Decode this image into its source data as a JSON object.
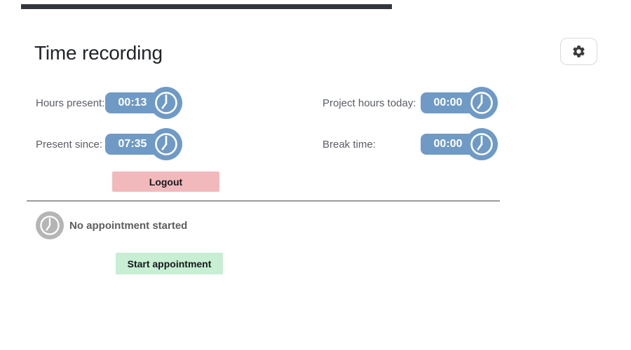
{
  "header": {
    "title": "Time recording"
  },
  "toolbar": {
    "settings_icon": "gear-icon"
  },
  "timers": {
    "left": [
      {
        "label": "Hours present:",
        "value": "00:13",
        "icon": "clock-icon"
      },
      {
        "label": "Present since:",
        "value": "07:35",
        "icon": "clock-icon"
      }
    ],
    "right": [
      {
        "label": "Project hours today:",
        "value": "00:00",
        "icon": "clock-icon"
      },
      {
        "label": "Break time:",
        "value": "00:00",
        "icon": "clock-icon"
      }
    ]
  },
  "actions": {
    "logout": "Logout",
    "start_appointment": "Start appointment"
  },
  "appointment": {
    "status": "No appointment started",
    "icon": "clock-icon"
  },
  "colors": {
    "timer_blue": "#6F9AC5",
    "logout_pink": "#F2B9BD",
    "start_green": "#C8EED3",
    "clock_gray": "#B5B5B5",
    "divider_gray": "#9B9B9B",
    "topbar_dark": "#33373D"
  }
}
